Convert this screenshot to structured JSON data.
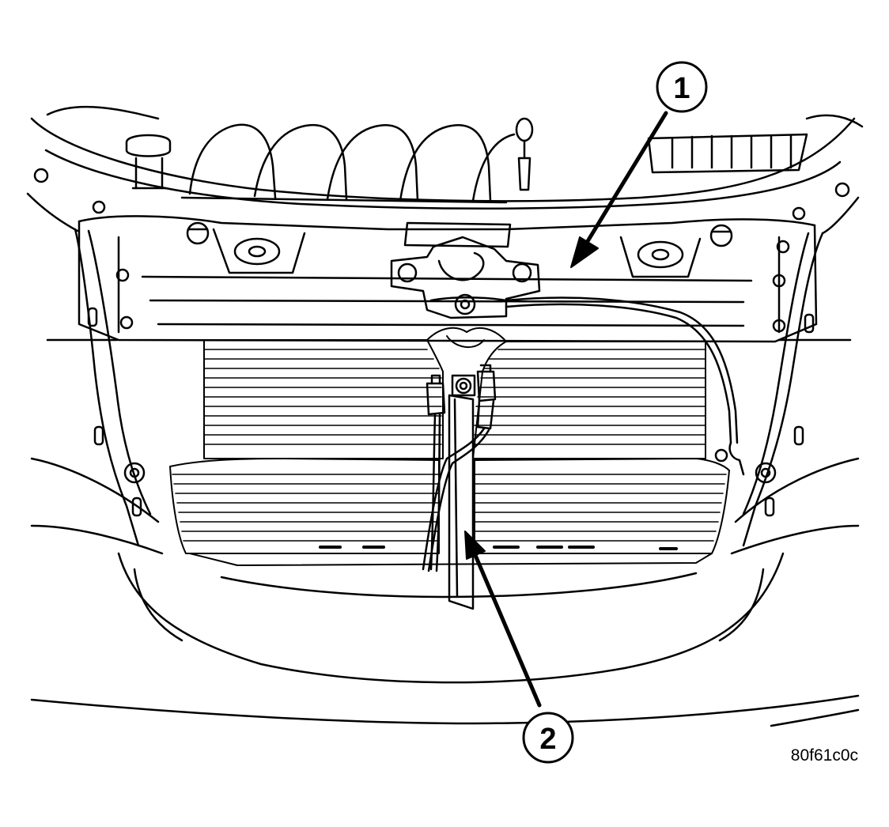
{
  "callouts": [
    {
      "number": "1"
    },
    {
      "number": "2"
    }
  ],
  "figure_id": "80f61c0c",
  "colors": {
    "ink": "#000000",
    "paper": "#ffffff"
  }
}
